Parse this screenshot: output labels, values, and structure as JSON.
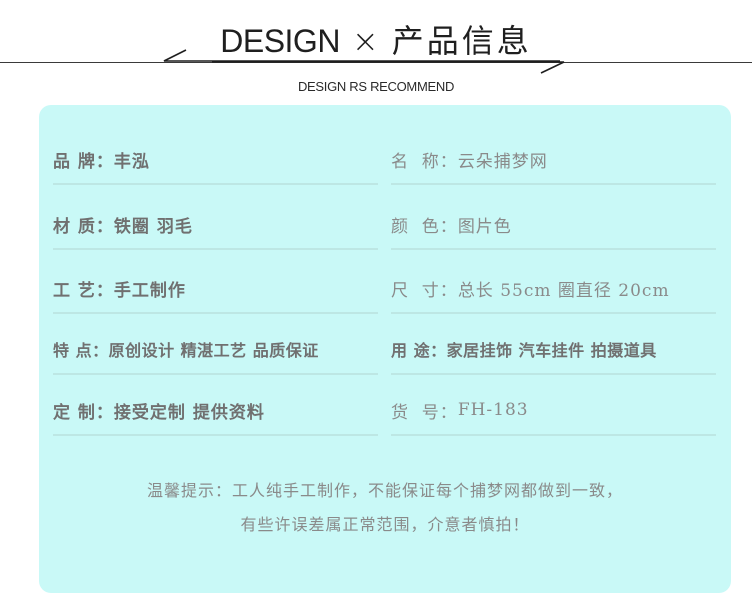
{
  "header": {
    "title_en": "DESIGN",
    "title_sep": "×",
    "title_cn": "产品信息",
    "subtitle": "DESIGN RS RECOMMEND"
  },
  "specs": {
    "left": [
      {
        "label": "品 牌：",
        "value": "丰泓"
      },
      {
        "label": "材 质：",
        "value": "铁圈 羽毛"
      },
      {
        "label": "工 艺：",
        "value": "手工制作"
      },
      {
        "label": "特 点：",
        "value": "原创设计 精湛工艺 品质保证"
      },
      {
        "label": "定 制：",
        "value": "接受定制 提供资料"
      }
    ],
    "right": [
      {
        "label": "名  称：",
        "value": "云朵捕梦网"
      },
      {
        "label": "颜  色：",
        "value": "图片色"
      },
      {
        "label": "尺  寸：",
        "value": "总长 55cm 圈直径 20cm"
      },
      {
        "label": "用 途：",
        "value": "家居挂饰 汽车挂件 拍摄道具"
      },
      {
        "label": "货  号：",
        "value": "FH-183"
      }
    ]
  },
  "tip": {
    "line1": "温馨提示：工人纯手工制作，不能保证每个捕梦网都做到一致，",
    "line2": "有些许误差属正常范围，介意者慎拍！"
  },
  "colors": {
    "panel": "#c9f9f7",
    "divider": "#bde7e4",
    "text": "#707070"
  }
}
